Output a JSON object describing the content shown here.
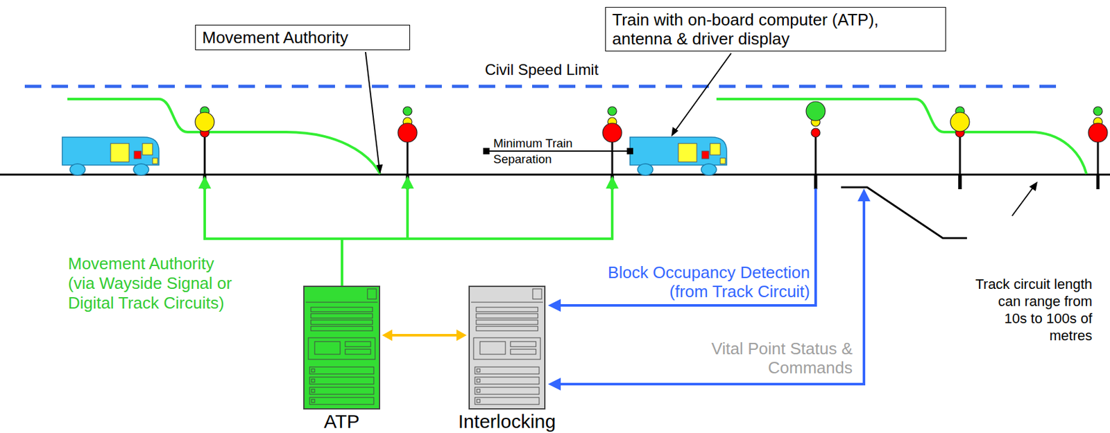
{
  "diagram": {
    "nodes": [
      {
        "text": [
          "Movement Authority"
        ]
      },
      {
        "text": [
          "Train with on-board computer (ATP), antenna & driver display"
        ]
      },
      {
        "text": [
          "ATP"
        ]
      },
      {
        "text": [
          "Interlocking"
        ]
      }
    ],
    "edges": [
      {
        "from": 2,
        "to": 3,
        "arrow": "both"
      }
    ],
    "labels": [
      "Civil Speed Limit",
      "Minimum Train Separation",
      "Movement Authority (via Wayside Signal or Digital Track Circuits)",
      "Block Occupancy Detection (from Track Circuit)",
      "Vital Point Status & Commands",
      "Track circuit length can range from 10s to 100s of metres"
    ]
  }
}
